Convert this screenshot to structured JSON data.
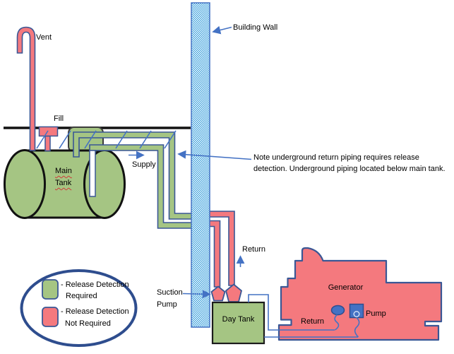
{
  "colors": {
    "green": "#A5C583",
    "red": "#F4797E",
    "outline_blue": "#3A5795",
    "line_blue": "#4472C4",
    "wall_blue": "#3BA0DC",
    "legend_border": "#2E4D8E",
    "ink": "#111111"
  },
  "labels": {
    "vent": "Vent",
    "fill": "Fill",
    "main_tank": "Main Tank",
    "supply": "Supply",
    "building_wall": "Building Wall",
    "return_pipe": "Return",
    "suction_pump": "Suction Pump",
    "day_tank": "Day Tank",
    "generator": "Generator",
    "generator_return": "Return",
    "generator_pump": "Pump"
  },
  "note": {
    "line1": "Note underground return piping requires release",
    "line2": "detection.  Underground piping located below main tank."
  },
  "legend": {
    "items": [
      {
        "swatch": "#A5C583",
        "line1": "- Release Detection",
        "line2": "Required"
      },
      {
        "swatch": "#F4797E",
        "line1": "- Release Detection",
        "line2": "Not Required"
      }
    ]
  }
}
